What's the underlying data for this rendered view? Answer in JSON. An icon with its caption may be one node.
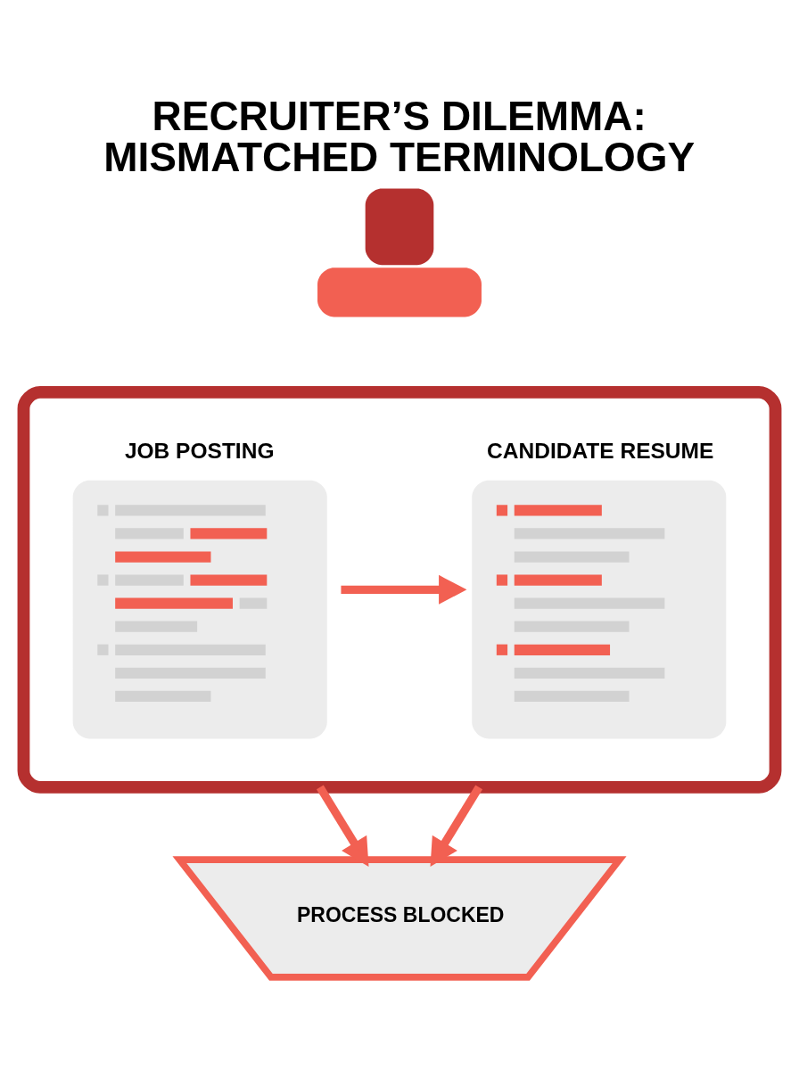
{
  "diagram": {
    "title": "RECRUITER’S DILEMMA: MISMATCHED TERMINOLOGY",
    "nodes": [
      {
        "text": [],
        "shape": "person"
      },
      {
        "text": [],
        "shape": "box"
      },
      {
        "text": [
          "JOB POSTING"
        ],
        "in": 1
      },
      {
        "text": [
          "CANDIDATE RESUME"
        ],
        "in": 1
      },
      {
        "text": [
          "PROCESS BLOCKED"
        ]
      }
    ],
    "edges": [
      {
        "from": 2,
        "to": 3,
        "arrow": "to"
      },
      {
        "from": 1,
        "to": 4,
        "arrow": "to"
      },
      {
        "from": 1,
        "to": 4,
        "arrow": "to"
      }
    ]
  }
}
